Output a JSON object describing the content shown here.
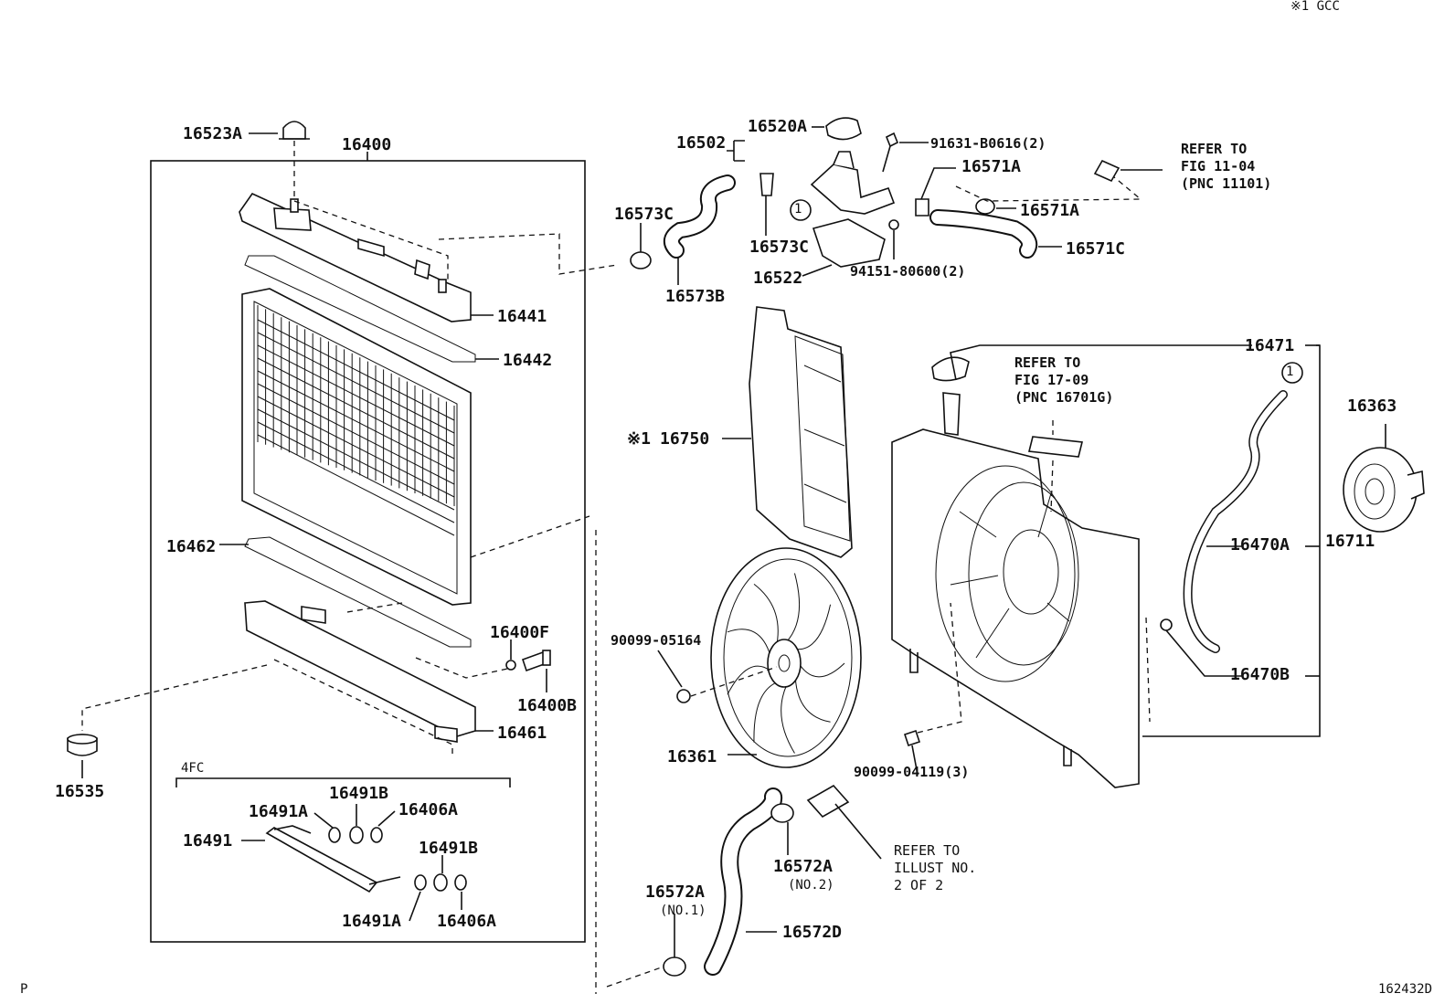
{
  "header_note": "※1 GCC",
  "footer_left": "P",
  "footer_code": "162432D",
  "labels": {
    "p16523A": "16523A",
    "p16400": "16400",
    "p16441": "16441",
    "p16442": "16442",
    "p16462": "16462",
    "p16400F": "16400F",
    "p16400B": "16400B",
    "p16461": "16461",
    "p16535": "16535",
    "p4FC": "4FC",
    "p16491B_top": "16491B",
    "p16491A_top": "16491A",
    "p16406A_top": "16406A",
    "p16491": "16491",
    "p16491B_bot": "16491B",
    "p16491A_bot": "16491A",
    "p16406A_bot": "16406A",
    "p16502": "16502",
    "p16520A": "16520A",
    "p91631": "91631-B0616(2)",
    "p16571A_top": "16571A",
    "p16571A_mid": "16571A",
    "p16571C": "16571C",
    "p16573C_left": "16573C",
    "p16573C_mid": "16573C",
    "p16573B": "16573B",
    "p16522": "16522",
    "p94151": "94151-80600(2)",
    "p16471": "16471",
    "p16750_mark": "※1",
    "p16750": "16750",
    "p16363": "16363",
    "p16470A": "16470A",
    "p16711": "16711",
    "p16470B": "16470B",
    "p90099_05164": "90099-05164",
    "p90099_04119": "90099-04119(3)",
    "p16361": "16361",
    "p16572A_right": "16572A",
    "p16572A_right_sub": "(NO.2)",
    "p16572A_left": "16572A",
    "p16572A_left_sub": "(NO.1)",
    "p16572D": "16572D",
    "circle_1a": "1",
    "circle_1b": "1"
  },
  "refs": {
    "fig11": "REFER TO\nFIG 11-04\n(PNC 11101)",
    "fig17": "REFER TO\nFIG 17-09\n(PNC 16701G)",
    "illust": "REFER TO\nILLUST NO.\n2 OF 2"
  }
}
